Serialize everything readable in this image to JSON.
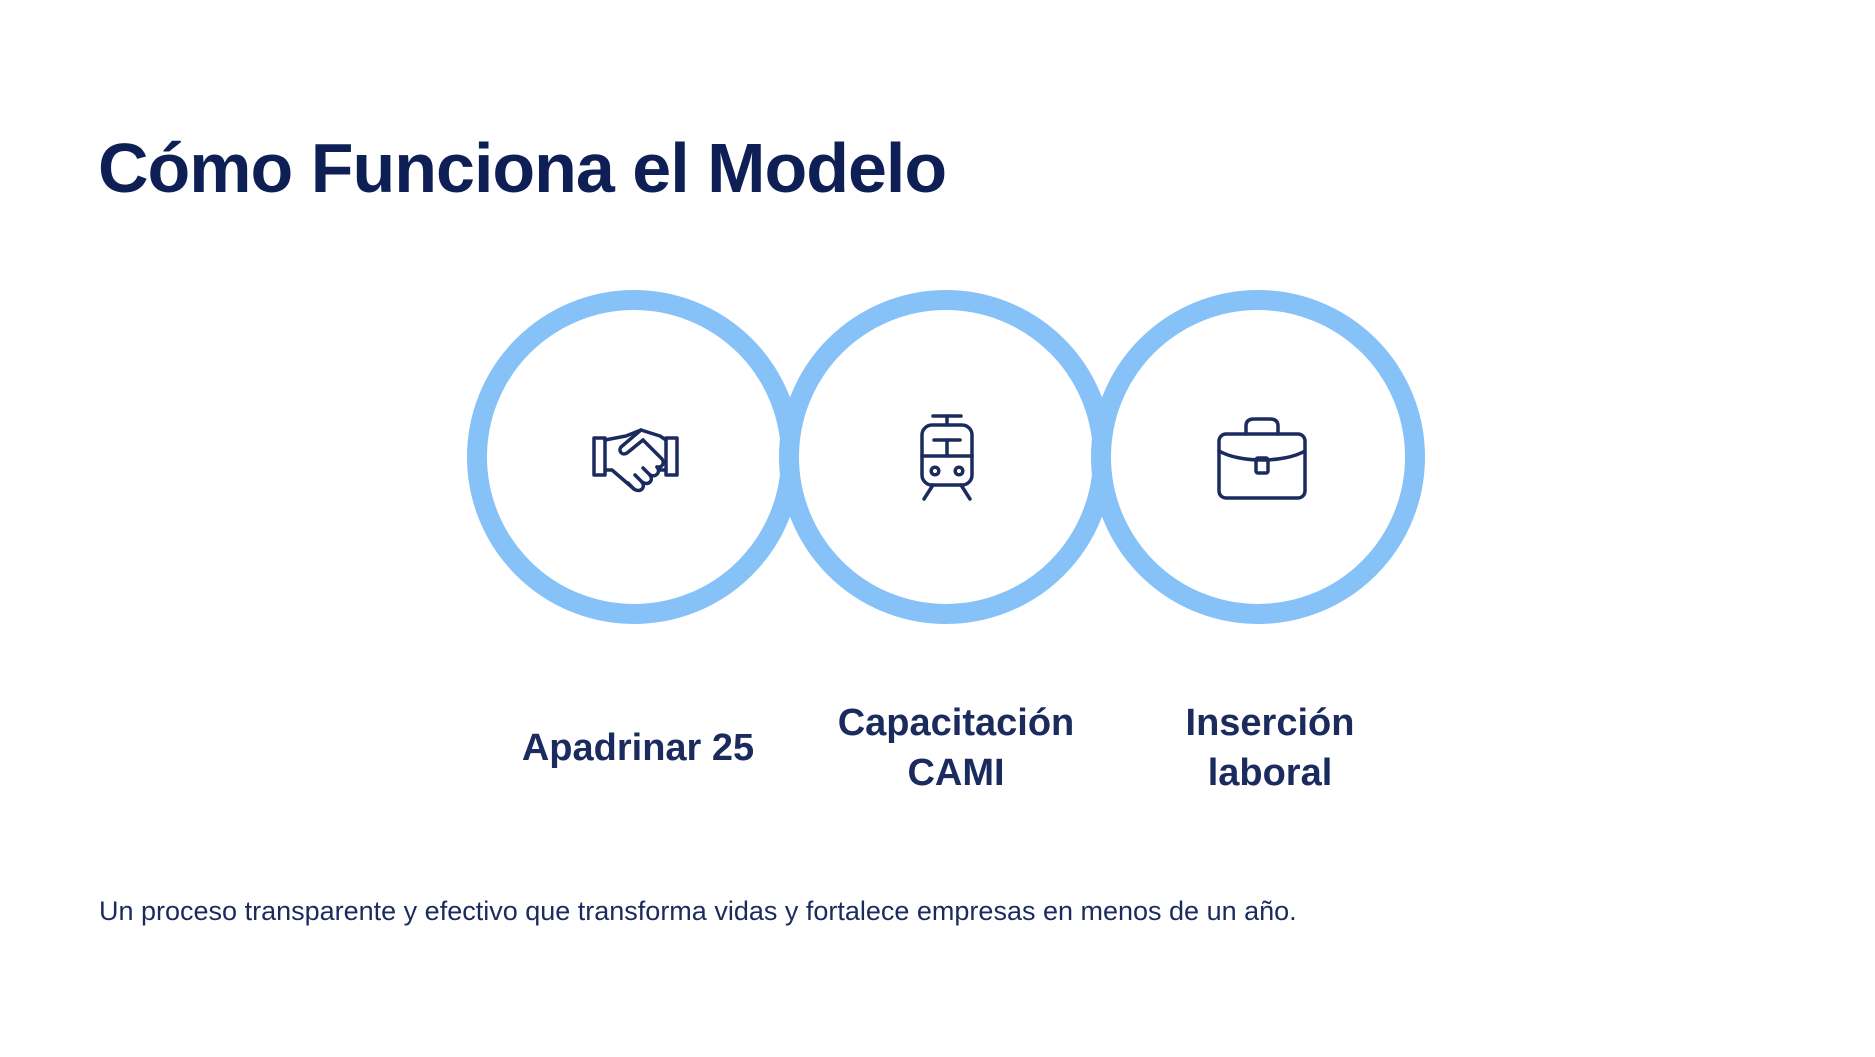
{
  "title": "Cómo Funciona el Modelo",
  "accent_color": "#86c1f8",
  "icon_color": "#1b2b5e",
  "steps": [
    {
      "label": "Apadrinar 25",
      "icon": "handshake-icon"
    },
    {
      "label": "Capacitación CAMI",
      "icon": "train-icon"
    },
    {
      "label": "Inserción laboral",
      "icon": "briefcase-icon"
    }
  ],
  "footer": "Un proceso transparente y efectivo que transforma vidas y fortalece empresas en menos de un año."
}
